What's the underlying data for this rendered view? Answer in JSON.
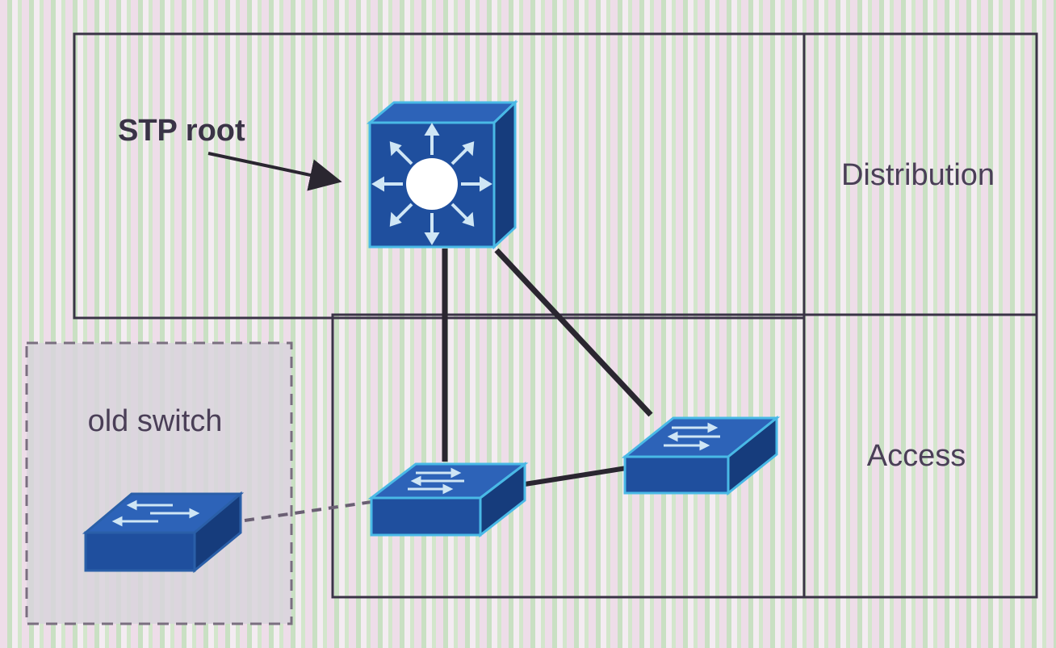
{
  "diagram": {
    "labels": {
      "stp_root": "STP root",
      "distribution": "Distribution",
      "access": "Access",
      "old_switch": "old switch"
    },
    "nodes": [
      {
        "id": "stp-root-switch",
        "kind": "multilayer-switch",
        "icon": "multilayer-switch-icon"
      },
      {
        "id": "access-switch-1",
        "kind": "switch",
        "icon": "switch-icon"
      },
      {
        "id": "access-switch-2",
        "kind": "switch",
        "icon": "switch-icon"
      },
      {
        "id": "old-switch",
        "kind": "switch",
        "icon": "switch-icon"
      }
    ],
    "links": [
      {
        "from": "stp-root-switch",
        "to": "access-switch-1",
        "style": "solid"
      },
      {
        "from": "stp-root-switch",
        "to": "access-switch-2",
        "style": "solid"
      },
      {
        "from": "access-switch-1",
        "to": "access-switch-2",
        "style": "solid"
      },
      {
        "from": "old-switch",
        "to": "access-switch-1",
        "style": "dashed"
      }
    ],
    "colors": {
      "device_face": "#1f4f9e",
      "device_side": "#163c7c",
      "device_top": "#2d63b8",
      "device_edge": "#49b9e6",
      "link": "#2a2630",
      "zone_border": "#3a3346",
      "old_zone_fill": "#d8d3dc",
      "old_zone_border": "#7a6f80"
    }
  }
}
